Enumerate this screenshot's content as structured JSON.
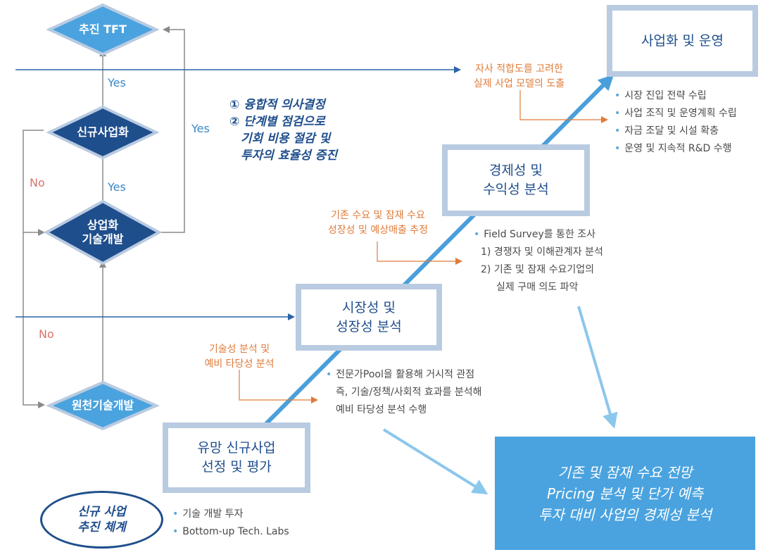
{
  "flow": {
    "tft": "추진 TFT",
    "new_biz": "신규사업화",
    "commercial_line1": "상업화",
    "commercial_line2": "기술개발",
    "source_tech": "원천기술개발",
    "yes1": "Yes",
    "yes2": "Yes",
    "yes3": "Yes",
    "no1": "No",
    "no2": "No"
  },
  "strategy": {
    "line1": "① 융합적 의사결정",
    "line2": "② 단계별 점검으로",
    "line3": "기회 비용 절감 및",
    "line4": "투자의 효율성 증진"
  },
  "stages": {
    "promising_line1": "유망 신규사업",
    "promising_line2": "선정 및 평가",
    "market_line1": "시장성 및",
    "market_line2": "성장성 분석",
    "econ_line1": "경제성 및",
    "econ_line2": "수익성 분석",
    "ops": "사업화 및 운영"
  },
  "notes": {
    "tech_line1": "기술성 분석 및",
    "tech_line2": "예비 타당성 분석",
    "demand_line1": "기존 수요 및 잠재 수요",
    "demand_line2": "성장성 및 예상매출 추정",
    "fit_line1": "자사 적합도를 고려한",
    "fit_line2": "실제 사업 모델의 도출"
  },
  "bullets": {
    "promising": [
      "기술 개발 투자",
      "Bottom-up Tech. Labs"
    ],
    "market": [
      "전문가Pool을 활용해  거시적 관점",
      "즉, 기술/정책/사회적 효과를 분석해",
      "예비 타당성 분석 수행"
    ],
    "econ": [
      "Field Survey를 통한 조사",
      "1) 경쟁자 및 이해관계자 분석",
      "2) 기존 및 잠재 수요기업의",
      "실제 구매 의도 파악"
    ],
    "ops": [
      "시장 진입 전략 수립",
      "사업 조직 및 운영계획 수립",
      "자금 조달 및 시설 확충",
      "운영 및 지속적 R&D 수행"
    ]
  },
  "result": {
    "line1": "기존 및 잠재 수요 전망",
    "line2": "Pricing 분석 및 단가 예측",
    "line3": "투자 대비 사업의 경제성 분석"
  },
  "oval": {
    "line1": "신규 사업",
    "line2": "추진 체계"
  },
  "colors": {
    "diamond_dark": "#1f4e8c",
    "diamond_light": "#4aa3df",
    "stage_border": "#b9cbe1",
    "accent_orange": "#e07b39",
    "diagonal": "#4a9fdb"
  }
}
